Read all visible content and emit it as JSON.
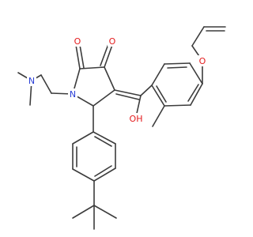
{
  "atoms": {
    "o_ring_co": "O",
    "o_ketone": "O",
    "o_hydroxy": "OH",
    "o_ether": "O",
    "n_ring": "N",
    "n_amine": "N"
  },
  "colors": {
    "bond": "#3c3c3c",
    "oxygen": "#e41a1c",
    "nitrogen": "#2a3fd6",
    "background": "#ffffff"
  }
}
